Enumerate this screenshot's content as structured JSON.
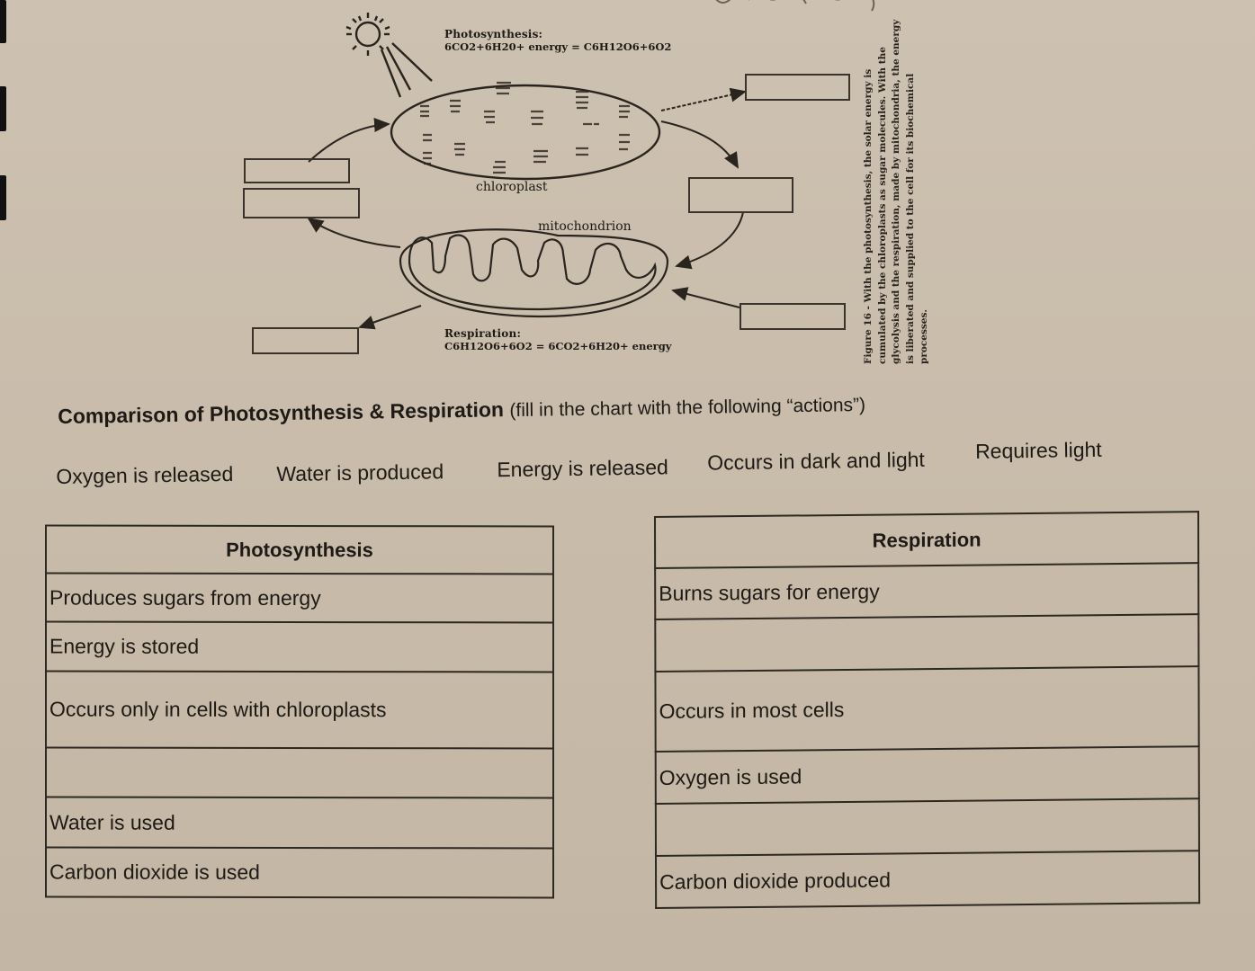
{
  "page": {
    "background_color": "#cbbfae",
    "ink_color": "#1e1a16"
  },
  "diagram": {
    "photosynthesis": {
      "title": "Photosynthesis:",
      "equation": "6CO2+6H20+ energy = C6H12O6+6O2"
    },
    "respiration": {
      "title": "Respiration:",
      "equation": "C6H12O6+6O2 = 6CO2+6H20+ energy"
    },
    "labels": {
      "chloroplast": "chloroplast",
      "mitochondrion": "mitochondrion"
    },
    "icons": [
      "sun-icon",
      "chloroplast-illustration",
      "mitochondrion-illustration"
    ],
    "blank_boxes": [
      {
        "id": "left-top-1"
      },
      {
        "id": "left-top-2"
      },
      {
        "id": "left-bottom"
      },
      {
        "id": "right-top"
      },
      {
        "id": "right-middle"
      },
      {
        "id": "right-bottom"
      }
    ],
    "caption": "Figure 16 - With the photosynthesis, the solar energy is cumulated by the chloroplasts as sugar molecules. With the glycolysis and the respiration, made by mitochondria, the energy is liberated and supplied to the cell for its biochemical processes."
  },
  "section": {
    "title_bold": "Comparison of Photosynthesis & Respiration",
    "title_hint": "(fill in the chart with the following “actions”)",
    "actions": [
      "Oxygen is released",
      "Water is produced",
      "Energy is released",
      "Occurs in dark and light",
      "Requires light"
    ]
  },
  "tables": {
    "photosynthesis": {
      "header": "Photosynthesis",
      "rows": [
        "Produces sugars from energy",
        "Energy is stored",
        "Occurs only in cells with chloroplasts",
        "",
        "Water is used",
        "Carbon dioxide is used"
      ]
    },
    "respiration": {
      "header": "Respiration",
      "rows": [
        "Burns sugars for energy",
        "",
        "Occurs in most cells",
        "Oxygen is used",
        "",
        "Carbon dioxide produced"
      ]
    }
  }
}
